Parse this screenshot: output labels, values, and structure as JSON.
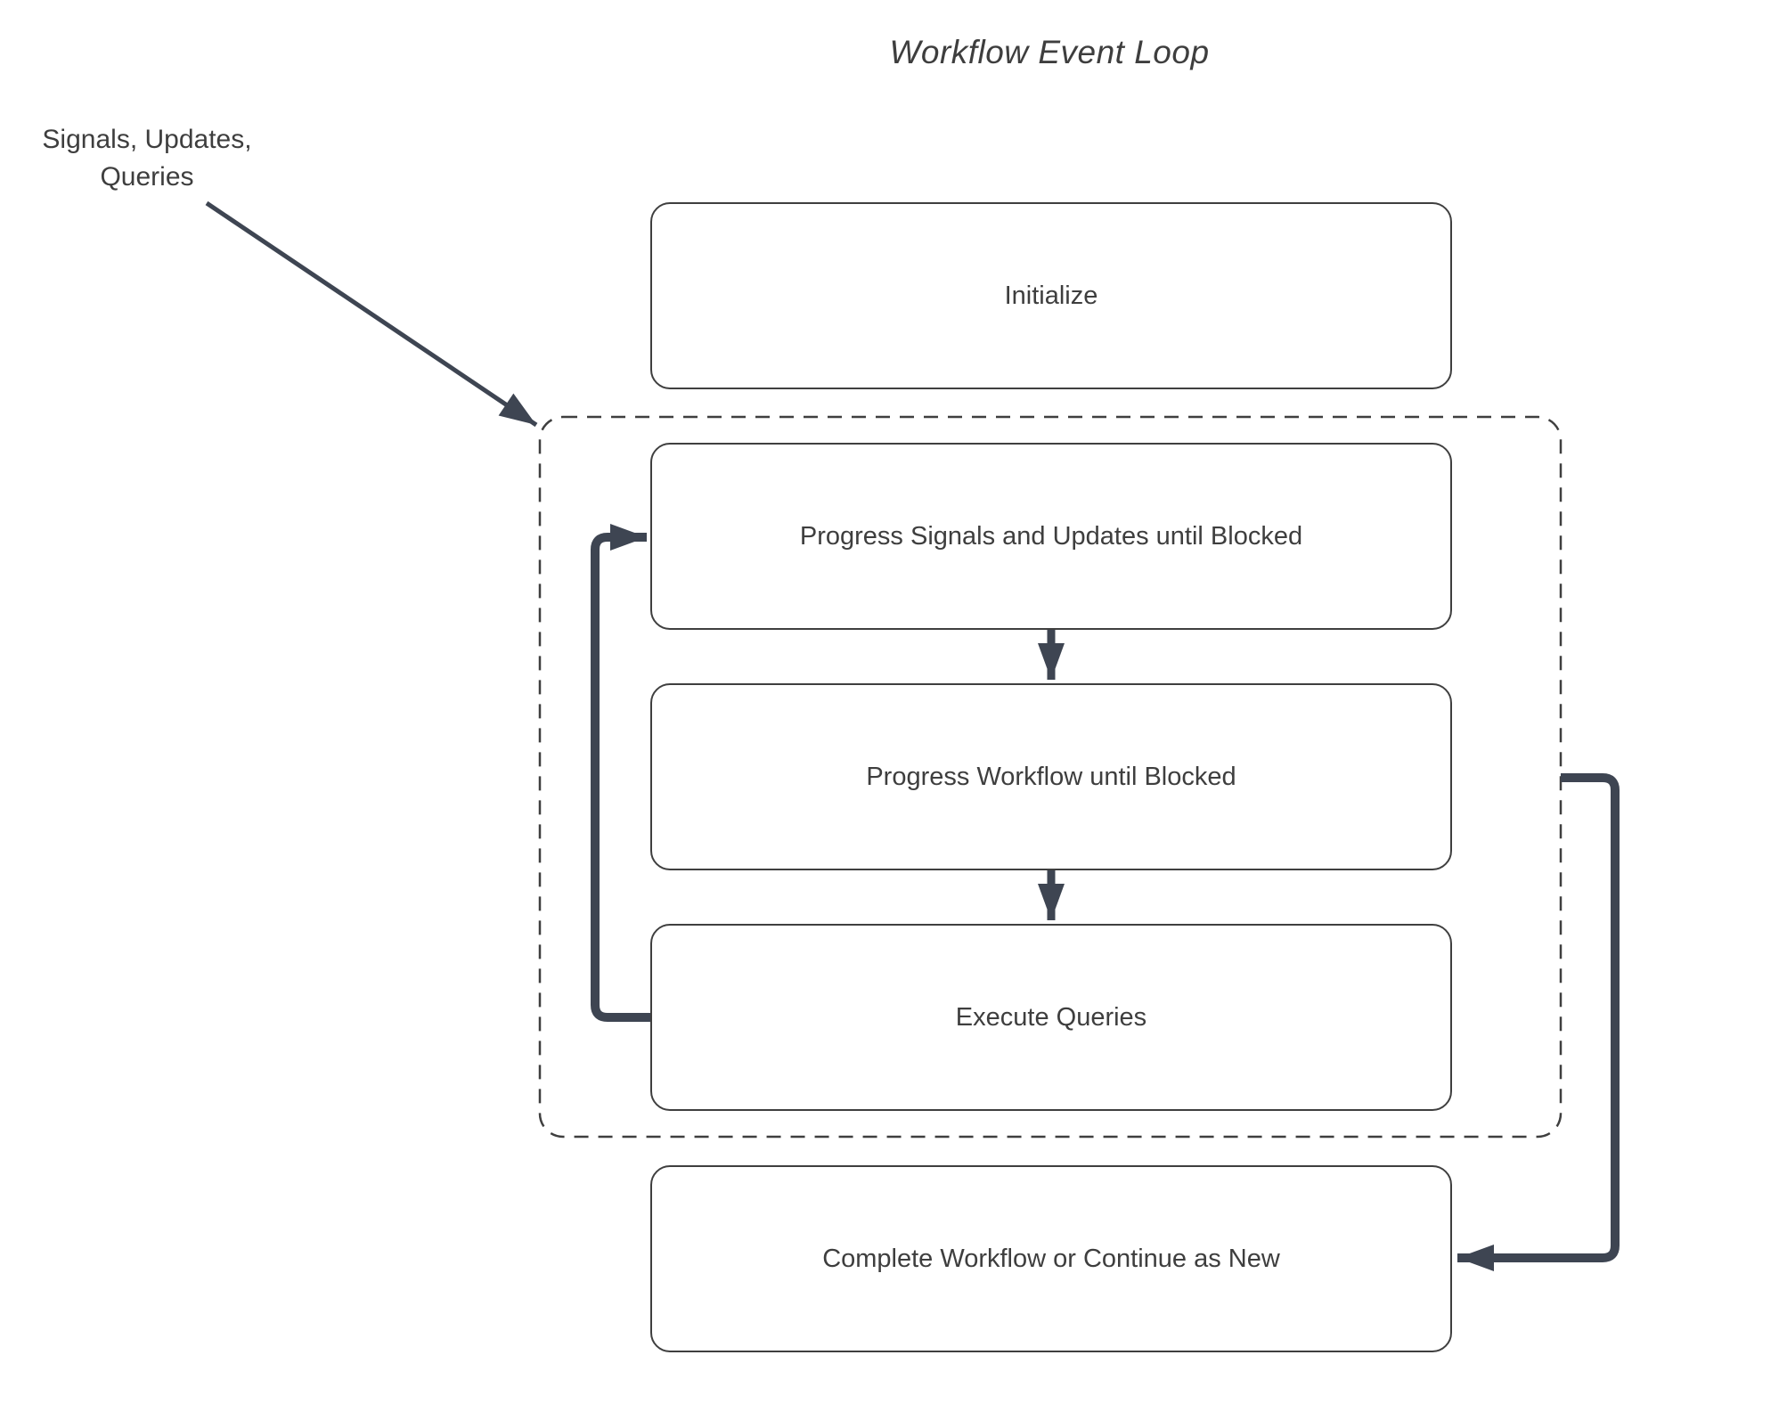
{
  "title": "Workflow Event Loop",
  "external_label": {
    "line1": "Signals, Updates,",
    "line2": "Queries"
  },
  "nodes": {
    "initialize": {
      "label": "Initialize"
    },
    "progress_signals": {
      "label": "Progress Signals and Updates until Blocked"
    },
    "progress_workflow": {
      "label": "Progress Workflow until Blocked"
    },
    "execute_queries": {
      "label": "Execute Queries"
    },
    "complete_workflow": {
      "label": "Complete Workflow or Continue as New"
    }
  },
  "container": {
    "name": "event-loop-container",
    "style": "dashed",
    "contains": [
      "progress_signals",
      "progress_workflow",
      "execute_queries"
    ]
  },
  "edges": [
    {
      "from": "external_label",
      "to": "event-loop-container",
      "style": "thin-diagonal-arrow"
    },
    {
      "from": "progress_signals",
      "to": "progress_workflow",
      "style": "down-arrow"
    },
    {
      "from": "progress_workflow",
      "to": "execute_queries",
      "style": "down-arrow"
    },
    {
      "from": "execute_queries",
      "to": "progress_signals",
      "style": "thick-left-loop-arrow"
    },
    {
      "from": "event-loop-container",
      "to": "complete_workflow",
      "style": "thick-right-loop-arrow"
    }
  ],
  "colors": {
    "background": "#ffffff",
    "box_border": "#3f3f3f",
    "dashed_border": "#3f3f3f",
    "arrow_line": "#3e4552",
    "text": "#3e3e3e"
  }
}
